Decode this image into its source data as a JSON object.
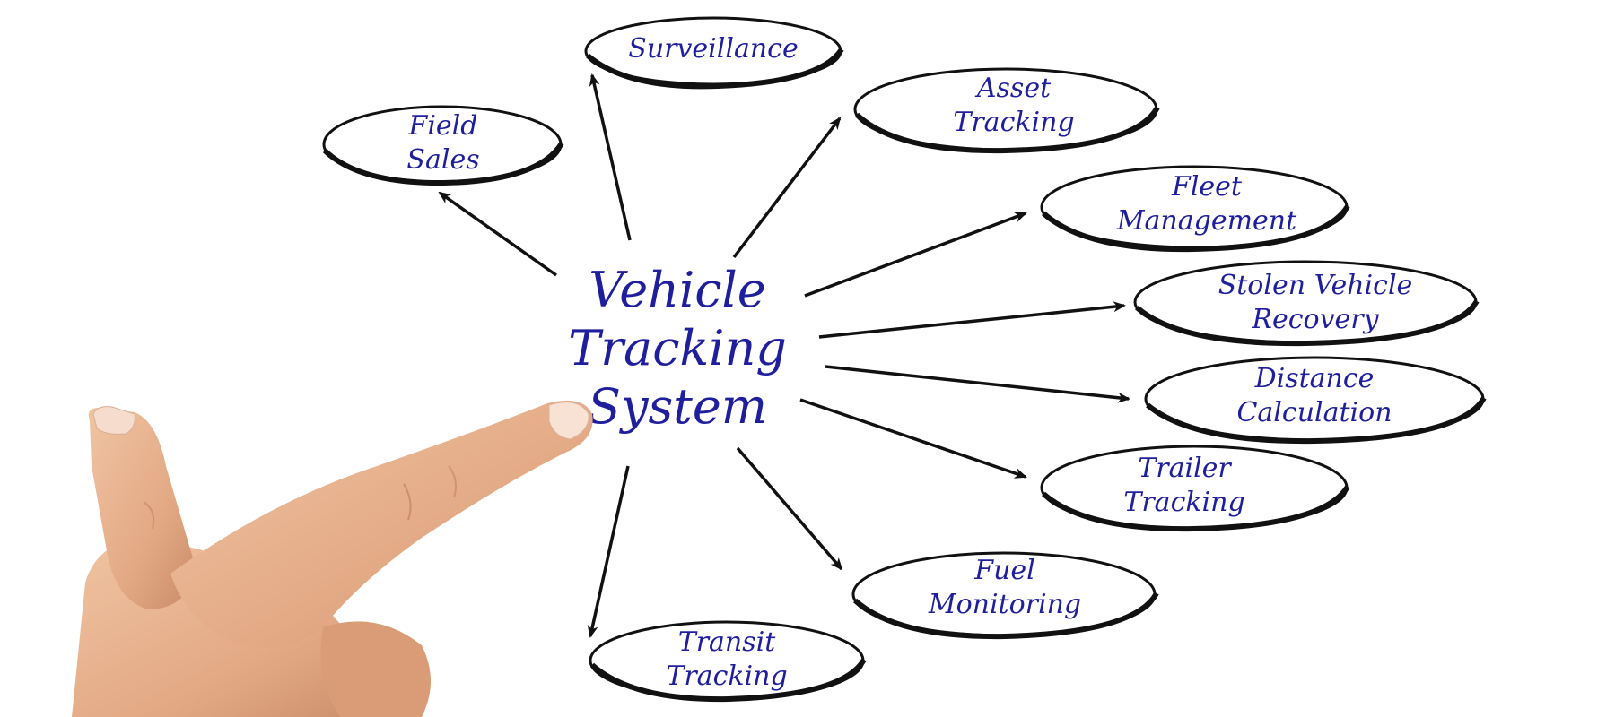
{
  "center": {
    "lines": [
      "Vehicle",
      "Tracking",
      "System"
    ]
  },
  "nodes": [
    {
      "id": "surveillance",
      "lines": [
        "Surveillance"
      ]
    },
    {
      "id": "field-sales",
      "lines": [
        "Field",
        "Sales"
      ]
    },
    {
      "id": "asset-tracking",
      "lines": [
        "Asset",
        "Tracking"
      ]
    },
    {
      "id": "fleet-management",
      "lines": [
        "Fleet",
        "Management"
      ]
    },
    {
      "id": "stolen-vehicle-recovery",
      "lines": [
        "Stolen Vehicle",
        "Recovery"
      ]
    },
    {
      "id": "distance-calculation",
      "lines": [
        "Distance",
        "Calculation"
      ]
    },
    {
      "id": "trailer-tracking",
      "lines": [
        "Trailer",
        "Tracking"
      ]
    },
    {
      "id": "fuel-monitoring",
      "lines": [
        "Fuel",
        "Monitoring"
      ]
    },
    {
      "id": "transit-tracking",
      "lines": [
        "Transit",
        "Tracking"
      ]
    }
  ],
  "colors": {
    "text": "#1f1f9e",
    "stroke": "#111111",
    "skin": "#e8b48f"
  }
}
